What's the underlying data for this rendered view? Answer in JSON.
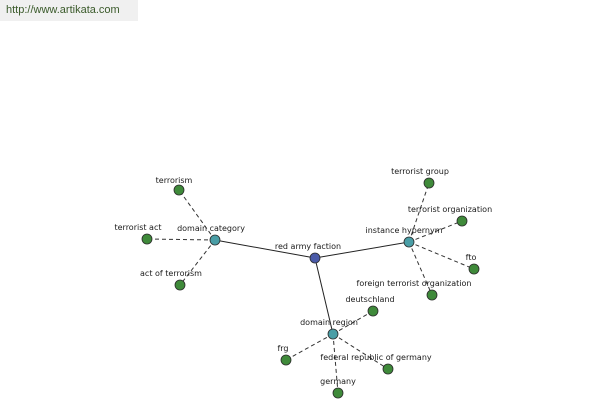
{
  "header": {
    "url": "http://www.artikata.com"
  },
  "colors": {
    "root_node": "#4a5aa8",
    "category_node": "#4a9ea6",
    "leaf_node": "#3f8a3a",
    "background": "#ffffff",
    "url_text": "#3a5a2a",
    "url_background": "#f0f0f0"
  },
  "graph": {
    "nodes": [
      {
        "id": "root",
        "label": "red army faction",
        "kind": "root"
      },
      {
        "id": "domain_category",
        "label": "domain category",
        "kind": "category"
      },
      {
        "id": "instance_hypernym",
        "label": "instance hypernym",
        "kind": "category"
      },
      {
        "id": "domain_region",
        "label": "domain region",
        "kind": "category"
      },
      {
        "id": "terrorism",
        "label": "terrorism",
        "kind": "leaf"
      },
      {
        "id": "terrorist_act",
        "label": "terrorist act",
        "kind": "leaf"
      },
      {
        "id": "act_of_terrorism",
        "label": "act of terrorism",
        "kind": "leaf"
      },
      {
        "id": "terrorist_group",
        "label": "terrorist group",
        "kind": "leaf"
      },
      {
        "id": "terrorist_organization",
        "label": "terrorist organization",
        "kind": "leaf"
      },
      {
        "id": "fto",
        "label": "fto",
        "kind": "leaf"
      },
      {
        "id": "foreign_terrorist_organization",
        "label": "foreign terrorist organization",
        "kind": "leaf"
      },
      {
        "id": "deutschland",
        "label": "deutschland",
        "kind": "leaf"
      },
      {
        "id": "frg",
        "label": "frg",
        "kind": "leaf"
      },
      {
        "id": "federal_republic_of_germany",
        "label": "federal republic of germany",
        "kind": "leaf"
      },
      {
        "id": "germany",
        "label": "germany",
        "kind": "leaf"
      }
    ],
    "edges": [
      {
        "from": "root",
        "to": "domain_category",
        "style": "solid"
      },
      {
        "from": "root",
        "to": "instance_hypernym",
        "style": "solid"
      },
      {
        "from": "root",
        "to": "domain_region",
        "style": "solid"
      },
      {
        "from": "domain_category",
        "to": "terrorism",
        "style": "dashed"
      },
      {
        "from": "domain_category",
        "to": "terrorist_act",
        "style": "dashed"
      },
      {
        "from": "domain_category",
        "to": "act_of_terrorism",
        "style": "dashed"
      },
      {
        "from": "instance_hypernym",
        "to": "terrorist_group",
        "style": "dashed"
      },
      {
        "from": "instance_hypernym",
        "to": "terrorist_organization",
        "style": "dashed"
      },
      {
        "from": "instance_hypernym",
        "to": "fto",
        "style": "dashed"
      },
      {
        "from": "instance_hypernym",
        "to": "foreign_terrorist_organization",
        "style": "dashed"
      },
      {
        "from": "domain_region",
        "to": "deutschland",
        "style": "dashed"
      },
      {
        "from": "domain_region",
        "to": "frg",
        "style": "dashed"
      },
      {
        "from": "domain_region",
        "to": "federal_republic_of_germany",
        "style": "dashed"
      },
      {
        "from": "domain_region",
        "to": "germany",
        "style": "dashed"
      }
    ]
  }
}
